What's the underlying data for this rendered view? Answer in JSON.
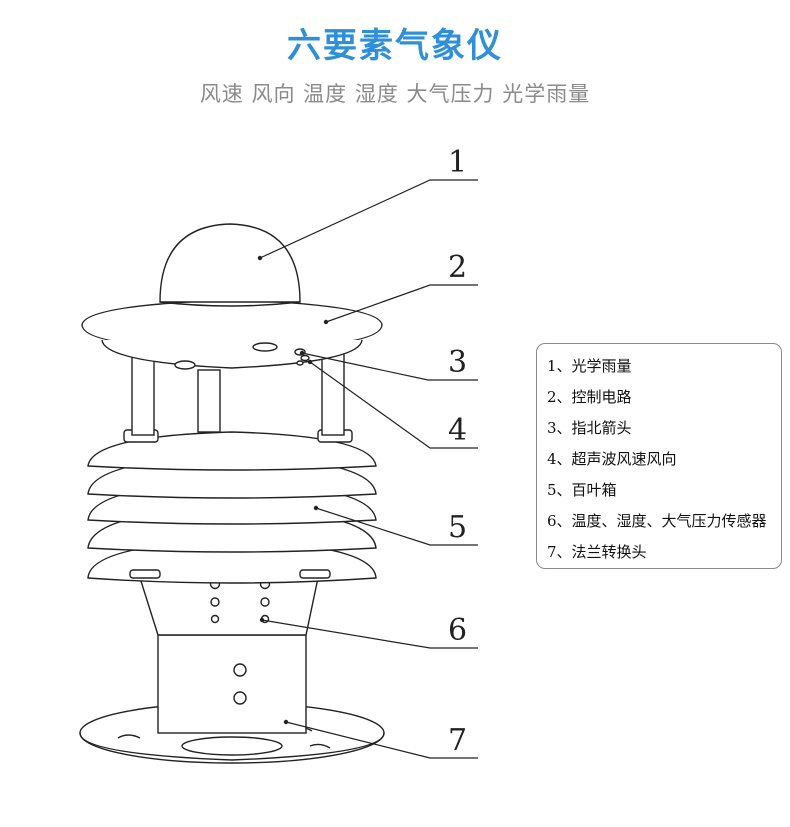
{
  "header": {
    "title": "六要素气象仪",
    "subtitle": "风速 风向 温度 湿度 大气压力 光学雨量"
  },
  "callouts": [
    "1",
    "2",
    "3",
    "4",
    "5",
    "6",
    "7"
  ],
  "legend": {
    "items": [
      "1、光学雨量",
      "2、控制电路",
      "3、指北箭头",
      "4、超声波风速风向",
      "5、百叶箱",
      "6、温度、湿度、大气压力传感器",
      "7、法兰转换头"
    ]
  },
  "colors": {
    "title": "#2f8fd9",
    "subtitle": "#8a8a8a",
    "line": "#222222",
    "legend_border": "#8a8a8a"
  }
}
